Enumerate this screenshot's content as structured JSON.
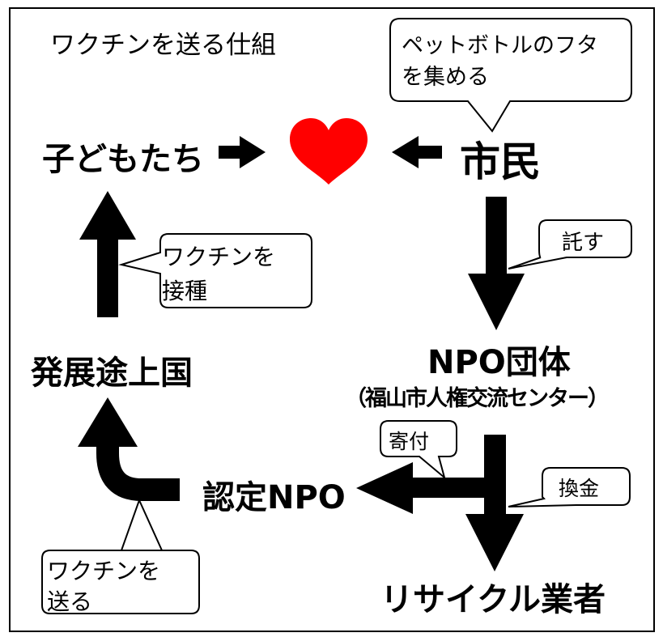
{
  "title": "ワクチンを送る仕組",
  "nodes": {
    "children": "子どもたち",
    "citizens": "市民",
    "npo": "NPO団体",
    "npo_detail": "（福山市人権交流センター）",
    "developing": "発展途上国",
    "certified_npo": "認定NPO",
    "recycler": "リサイクル業者"
  },
  "callouts": {
    "collect_line1": "ペットボトルのフタ",
    "collect_line2": "を集める",
    "entrust": "託す",
    "vaccinate_line1": "ワクチンを",
    "vaccinate_line2": "接種",
    "donate": "寄付",
    "convert": "換金",
    "send_line1": "ワクチンを",
    "send_line2": "送る"
  },
  "colors": {
    "heart": "#ff0000",
    "lines": "#000000",
    "background": "#ffffff"
  },
  "icons": [
    "heart-icon"
  ]
}
